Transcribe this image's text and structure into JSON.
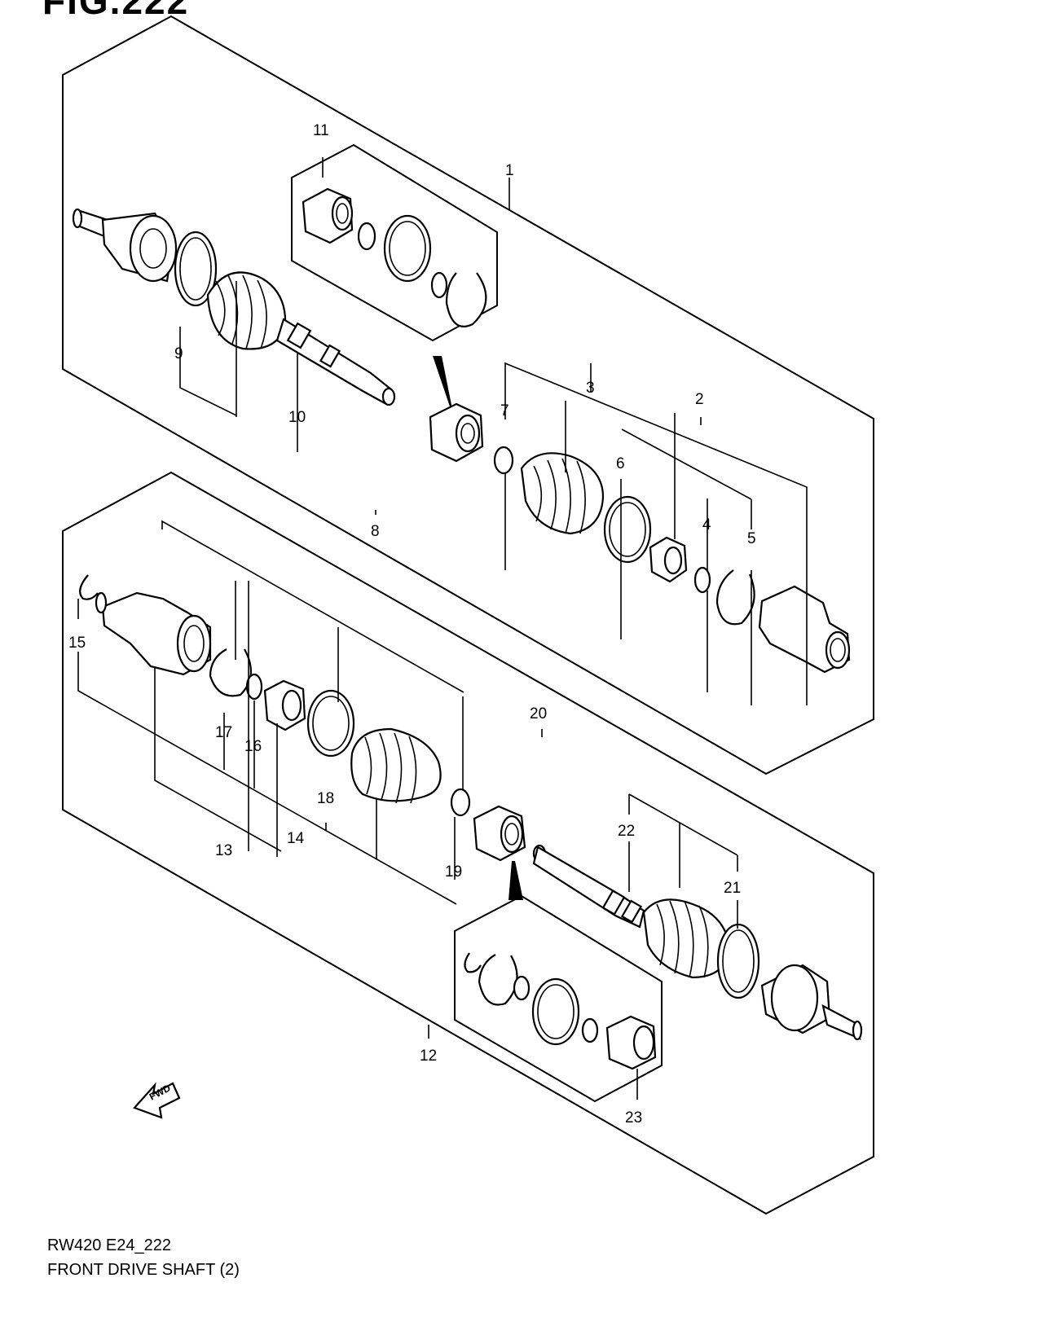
{
  "figure": {
    "title": "FIG.222"
  },
  "caption": {
    "code": "RW420 E24_222",
    "name": "FRONT DRIVE SHAFT (2)"
  },
  "fwd_label": "FWD",
  "callouts": {
    "c1": "1",
    "c2": "2",
    "c3": "3",
    "c4": "4",
    "c5": "5",
    "c6": "6",
    "c7": "7",
    "c8": "8",
    "c9": "9",
    "c10": "10",
    "c11": "11",
    "c12": "12",
    "c13": "13",
    "c14": "14",
    "c15": "15",
    "c16": "16",
    "c17": "17",
    "c18": "18",
    "c19": "19",
    "c20": "20",
    "c21": "21",
    "c22": "22",
    "c23": "23"
  },
  "icons": {
    "fwd_arrow": "fwd-arrow-icon"
  }
}
